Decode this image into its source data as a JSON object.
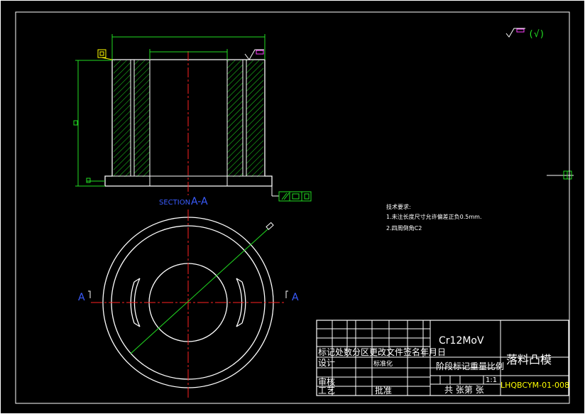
{
  "colors": {
    "background": "#000000",
    "frame": "#ffffff",
    "dimension": "#22dd22",
    "centerline": "#ff2222",
    "section_label": "#3a5cff",
    "hatch": "#22dd22",
    "symbol": "#ffff00",
    "magenta": "#ff40ff"
  },
  "section": {
    "title_prefix": "SECTION",
    "title_suffix": "A-A",
    "arrow_left": "A",
    "arrow_right": "A"
  },
  "roughness": {
    "symbol_text": "(√)"
  },
  "tech_requirements": {
    "heading": "技术要求:",
    "lines": [
      "1.未注长度尺寸允许偏差正负0.5mm.",
      "2.四周倒角C2"
    ]
  },
  "title_block": {
    "material": "Cr12MoV",
    "part_name": "落料凸模",
    "drawing_no": "LHQBCYM-01-008",
    "scale": "1:1",
    "row_headers": "标记处数分区更改文件签名年月日",
    "design": "设计",
    "standardize": "标准化",
    "stage_labels": "阶段标记重量比例",
    "review": "审核",
    "process": "工艺",
    "approve": "批准",
    "sheet_info": "共  张第  张"
  }
}
